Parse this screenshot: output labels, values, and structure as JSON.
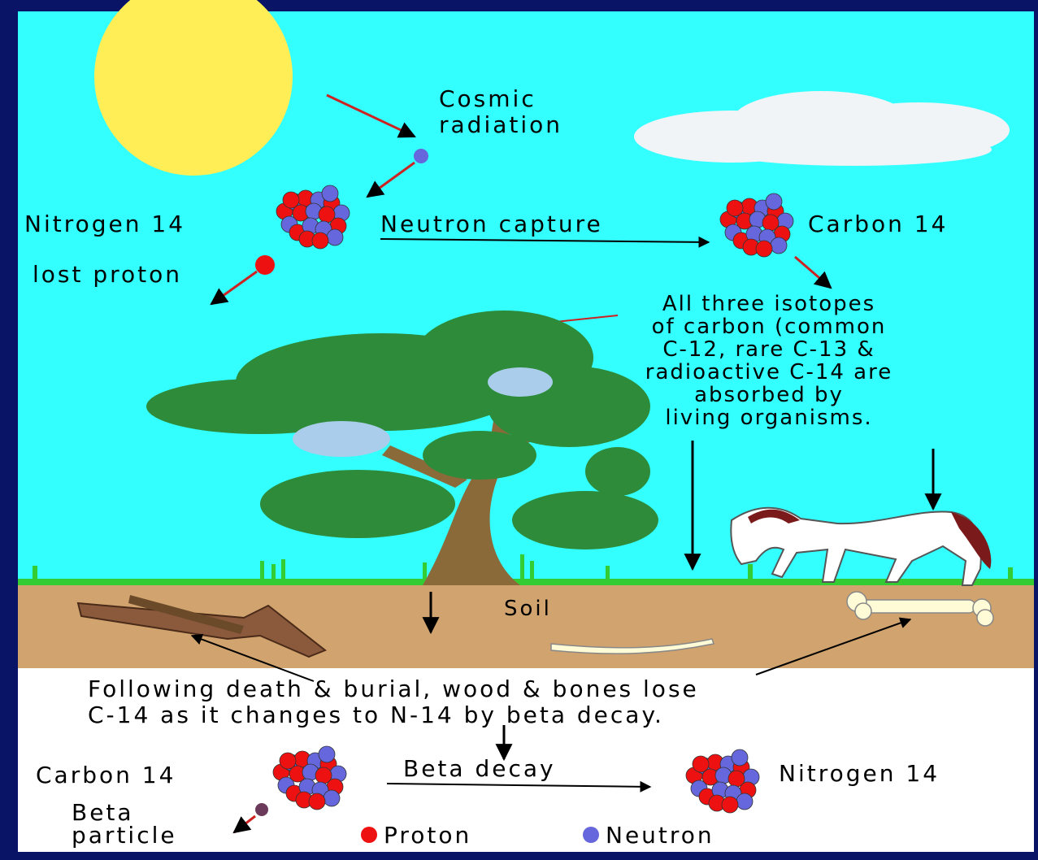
{
  "labels": {
    "cosmic_line1": "Cosmic",
    "cosmic_line2": "radiation",
    "nitrogen_top": "Nitrogen 14",
    "neutron_capture": "Neutron capture",
    "carbon_top": "Carbon 14",
    "lost_proton": "lost proton",
    "isotopes": [
      "All three isotopes",
      "of carbon (common",
      "C-12, rare C-13 &",
      "radioactive C-14 are",
      "absorbed by",
      "living organisms."
    ],
    "soil": "Soil",
    "following_line1": "Following death & burial, wood & bones lose",
    "following_line2": "C-14 as it changes to N-14 by beta decay.",
    "carbon_bottom": "Carbon 14",
    "beta_decay": "Beta decay",
    "nitrogen_bottom": "Nitrogen 14",
    "beta_line1": "Beta",
    "beta_line2": "particle",
    "legend_proton": "Proton",
    "legend_neutron": "Neutron"
  },
  "colors": {
    "sky": "#33ffff",
    "sun": "#ffee55",
    "soil": "#d1a36e",
    "grass": "#33cc33",
    "proton": "#ee1111",
    "neutron": "#6666dd",
    "tree_leaves": "#2e8b3a",
    "trunk": "#8b6a3a",
    "frame": "#0a1466"
  },
  "icons": {
    "sun": "sun-icon",
    "cloud": "cloud-icon",
    "tree": "tree-icon",
    "horse": "horse-icon",
    "bone": "bone-icon",
    "wood": "wood-log-icon"
  }
}
